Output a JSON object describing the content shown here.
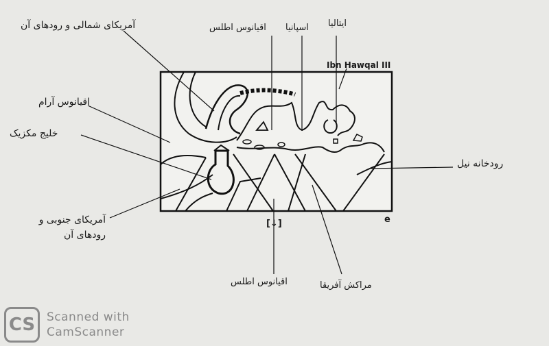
{
  "labels": {
    "north_america": "آمریکای شمالی و رودهای آن",
    "atlantic_top": "اقیانوس اطلس",
    "spain": "اسپانیا",
    "italy": "ایتالیا",
    "source": "Ibn Hawqal III",
    "pacific": "اقیانوس آرام",
    "gulf_mexico": "خلیج مکزیک",
    "nile": "رودخانه نیل",
    "south_america": "آمریکای جنوبی و رودهای آن",
    "panel_marker": "[↓]",
    "panel_letter": "e",
    "atlantic_bottom": "اقیانوس اطلس",
    "africa": "مراکش آفریقا"
  },
  "watermark": {
    "logo": "CS",
    "line1": "Scanned with",
    "line2": "CamScanner"
  }
}
